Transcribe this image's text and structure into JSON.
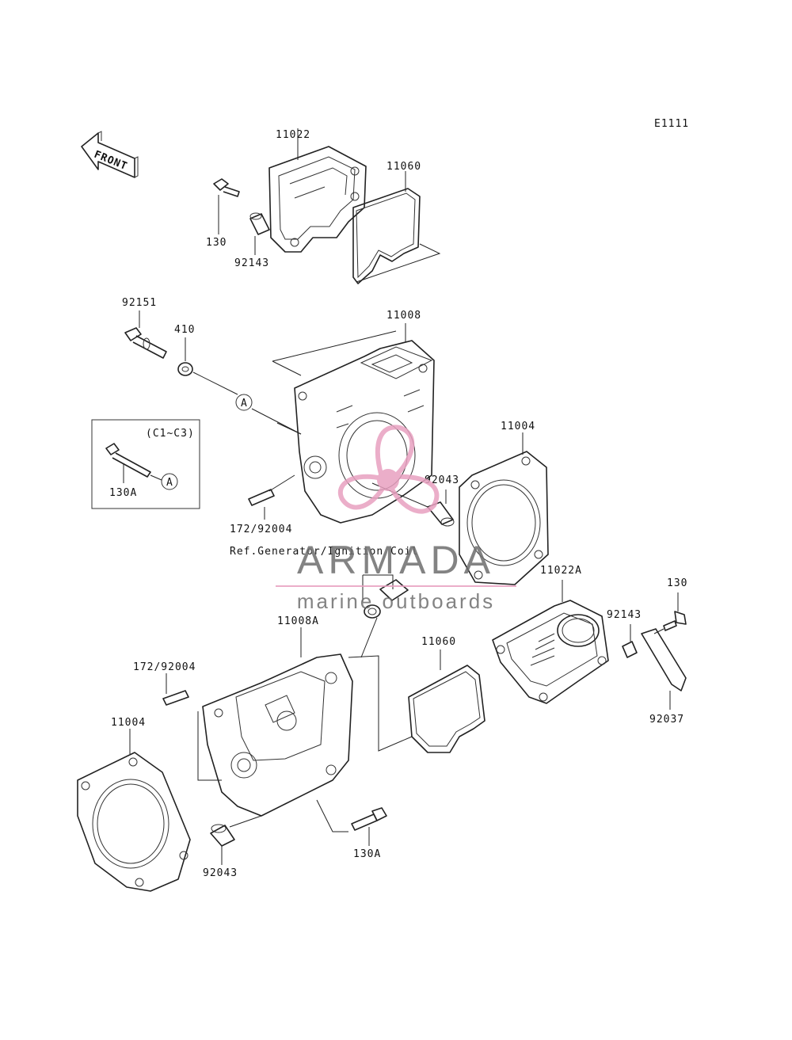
{
  "diagram": {
    "code": "E1111",
    "front_label": "FRONT",
    "variant_box_label": "(C1~C3)",
    "ref_note": "Ref.Generator/Ignition Coil",
    "connector_label": "A"
  },
  "parts": {
    "p11022": "11022",
    "p11060_top": "11060",
    "p130_top": "130",
    "p92143_top": "92143",
    "p92151": "92151",
    "p410": "410",
    "p11008": "11008",
    "p11004_right": "11004",
    "p92043_right": "92043",
    "p130A_box": "130A",
    "p172_top": "172/92004",
    "p11022A": "11022A",
    "p130_right": "130",
    "p92143_right": "92143",
    "p92037": "92037",
    "p11008A": "11008A",
    "p11060_mid": "11060",
    "p172_bottom": "172/92004",
    "p11004_left": "11004",
    "p92043_bottom": "92043",
    "p130A_bottom": "130A"
  },
  "watermark": {
    "brand": "ARMADA",
    "tagline": "marine outboards",
    "accent_color": "#e8a0c0",
    "text_color": "#6e6e6e"
  }
}
